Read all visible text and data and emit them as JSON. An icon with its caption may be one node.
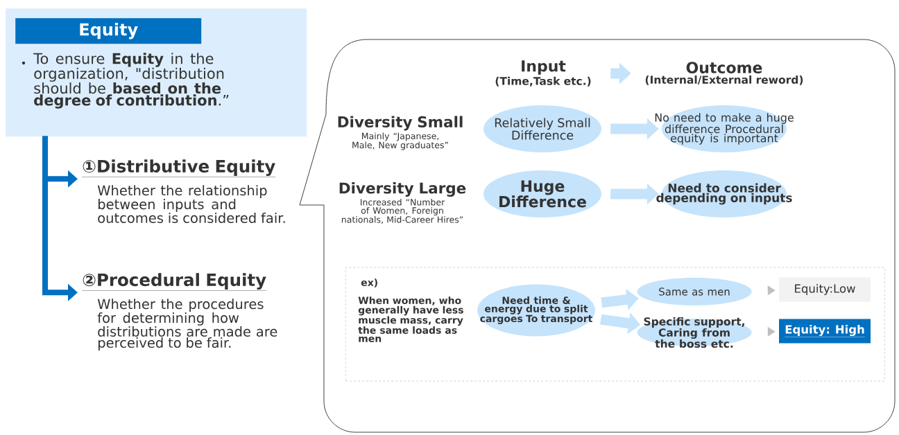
{
  "diagram": {
    "nodes": [
      {
        "text": [
          "To ensure **Equity** in the organization, \"distribution should be **based on the degree of contribution**.”"
        ]
      },
      {
        "text": [
          "Equity"
        ],
        "in": 0
      },
      {
        "text": [
          "①Distributive Equity",
          "Whether the relationship between inputs and outcomes is considered fair."
        ]
      },
      {
        "text": [
          "②Procedural Equity",
          "Whether the procedures for determining how distributions are made are perceived to be fair."
        ]
      },
      {
        "text": [],
        "shape": "callout"
      },
      {
        "text": [
          "Input",
          "(Time,Task etc.)"
        ],
        "in": 4
      },
      {
        "text": [
          "Outcome",
          "(Internal/External reword)"
        ],
        "in": 4
      },
      {
        "text": [
          "Diversity Small",
          "Mainly “Japanese, Male, New graduates”"
        ],
        "in": 4
      },
      {
        "text": [
          "Relatively Small Difference"
        ],
        "in": 4
      },
      {
        "text": [
          "No need to make a huge difference Procedural equity is important"
        ],
        "in": 4
      },
      {
        "text": [
          "Diversity Large",
          "Increased “Number of Women, Foreign nationals, Mid-Career Hires”"
        ],
        "in": 4
      },
      {
        "text": [
          "Huge Difference"
        ],
        "in": 4
      },
      {
        "text": [
          "Need to consider depending on inputs"
        ],
        "in": 4
      },
      {
        "text": [
          "ex)",
          "When women, who generally have less muscle mass, carry the same loads as men"
        ],
        "in": 4
      },
      {
        "text": [
          "Need time & energy due to split cargoes To transport"
        ],
        "in": 13
      },
      {
        "text": [
          "Same as men"
        ],
        "in": 13
      },
      {
        "text": [
          "Specific support, Caring from the boss etc."
        ],
        "in": 13
      },
      {
        "text": [
          "Equity:Low"
        ],
        "in": 13
      },
      {
        "text": [
          "Equity: High"
        ],
        "in": 13
      }
    ],
    "edges": [
      {
        "from": 0,
        "to": 2,
        "arrow": "to",
        "color": "#0070c0"
      },
      {
        "from": 0,
        "to": 3,
        "arrow": "to",
        "color": "#0070c0"
      },
      {
        "from": 5,
        "to": 6,
        "arrow": "to",
        "color": "#c5e3fb"
      },
      {
        "from": 8,
        "to": 9,
        "arrow": "to",
        "color": "#c5e3fb"
      },
      {
        "from": 11,
        "to": 12,
        "arrow": "to",
        "color": "#c5e3fb"
      },
      {
        "from": 14,
        "to": 15,
        "arrow": "to",
        "color": "#c5e3fb"
      },
      {
        "from": 14,
        "to": 16,
        "arrow": "to",
        "color": "#c5e3fb"
      },
      {
        "from": 15,
        "to": 17,
        "arrow": "to",
        "color": "#bfbfbf"
      },
      {
        "from": 16,
        "to": 18,
        "arrow": "to",
        "color": "#bfbfbf"
      }
    ]
  }
}
